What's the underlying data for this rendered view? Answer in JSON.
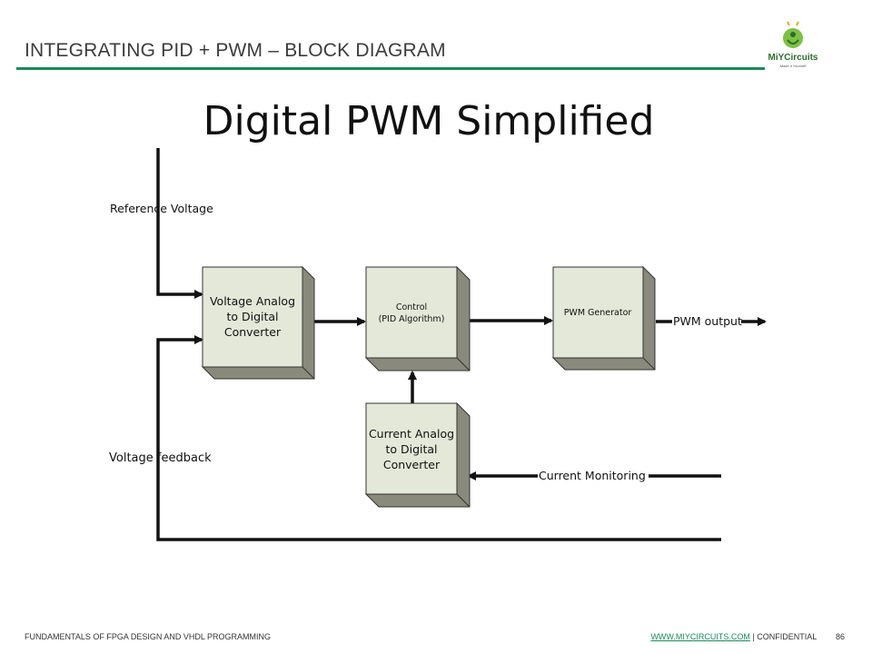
{
  "header": {
    "title": "INTEGRATING PID + PWM – BLOCK DIAGRAM"
  },
  "logo": {
    "name": "MiYCircuits",
    "tagline": "Make it Yourself"
  },
  "slide": {
    "title": "Digital PWM Simplified"
  },
  "diagram": {
    "blocks": {
      "voltage_adc": [
        "Voltage Analog",
        "to Digital",
        "Converter"
      ],
      "control": [
        "Control",
        "(PID Algorithm)"
      ],
      "pwm_generator": [
        "PWM Generator"
      ],
      "current_adc": [
        "Current Analog",
        "to Digital",
        "Converter"
      ]
    },
    "labels": {
      "reference_voltage": "Reference Voltage",
      "voltage_feedback": "Voltage feedback",
      "pwm_output": "PWM output",
      "current_monitoring": "Current Monitoring"
    }
  },
  "footer": {
    "left": "FUNDAMENTALS OF FPGA DESIGN AND VHDL PROGRAMMING",
    "link": "WWW.MIYCIRCUITS.COM",
    "separator": " | ",
    "confidential": "CONFIDENTIAL",
    "page": "86"
  },
  "colors": {
    "accent": "#1a8a5a",
    "block_face": "#e3e8d8",
    "block_side": "#8a8a7c"
  }
}
